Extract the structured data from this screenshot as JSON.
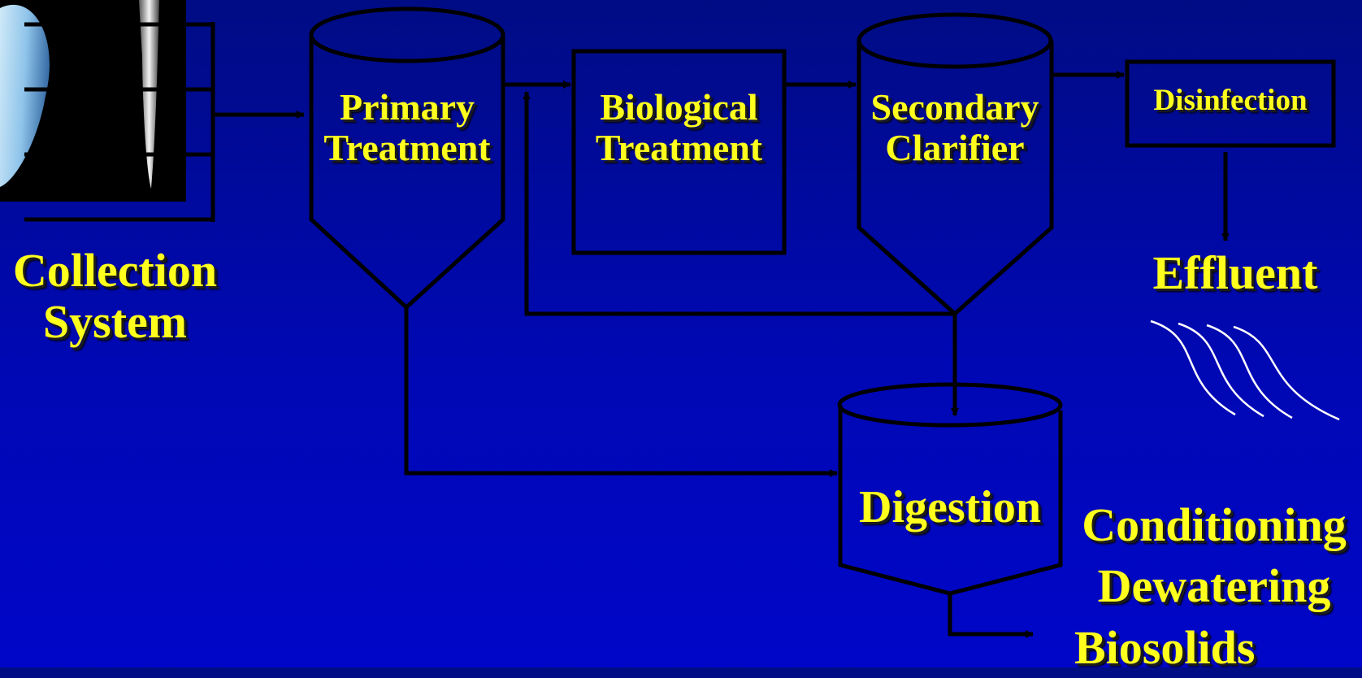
{
  "colors": {
    "background": "#0008b4",
    "label_text": "#ffff1e",
    "line": "#000000",
    "waves": "#ffffff"
  },
  "nodes": {
    "collection": {
      "line1": "Collection",
      "line2": "System"
    },
    "primary": {
      "line1": "Primary",
      "line2": "Treatment"
    },
    "biological": {
      "line1": "Biological",
      "line2": "Treatment"
    },
    "secondary": {
      "line1": "Secondary",
      "line2": "Clarifier"
    },
    "disinfection": {
      "label": "Disinfection"
    },
    "effluent": {
      "label": "Effluent"
    },
    "digestion": {
      "label": "Digestion"
    },
    "post": {
      "line1": "Conditioning",
      "line2": "Dewatering",
      "line3": "Biosolids"
    }
  }
}
